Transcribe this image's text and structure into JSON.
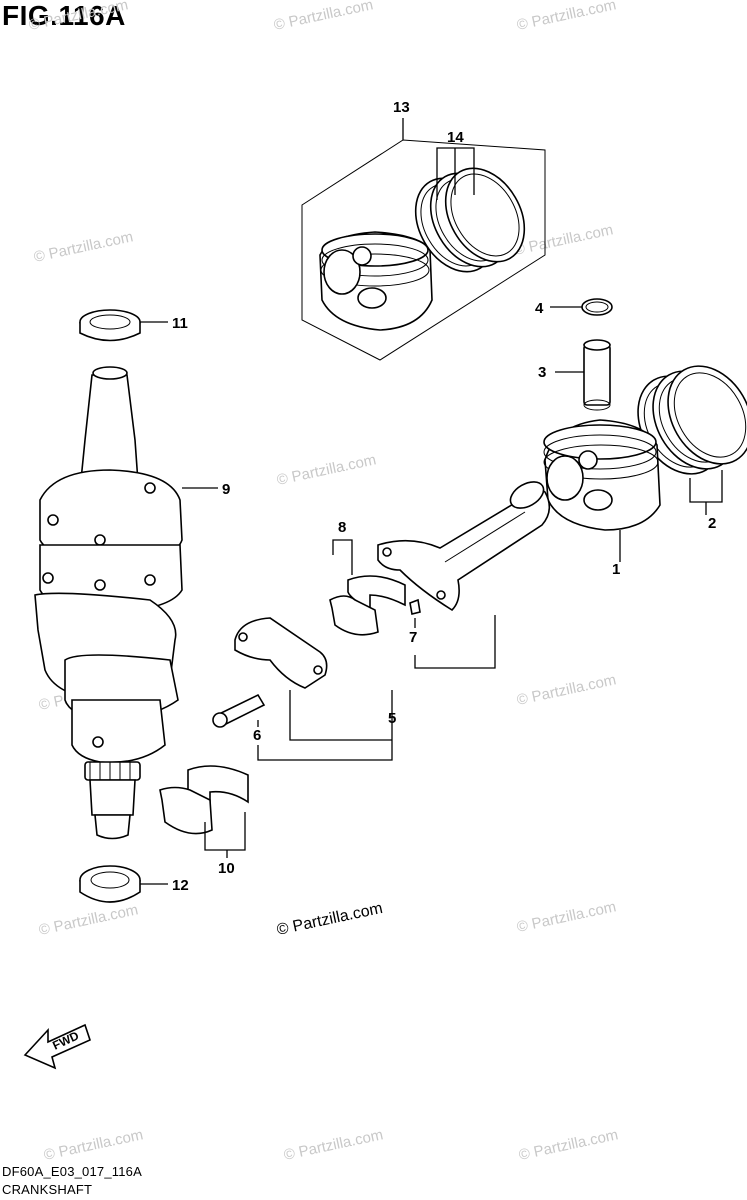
{
  "figure": {
    "title": "FIG.116A",
    "drawing_code": "DF60A_E03_017_116A",
    "section_name": "CRANKSHAFT",
    "copyright": "© Partzilla.com",
    "watermark": "© Partzilla.com",
    "direction_label": "FWD"
  },
  "callouts": [
    "1",
    "2",
    "3",
    "4",
    "5",
    "6",
    "7",
    "8",
    "9",
    "10",
    "11",
    "12",
    "13",
    "14"
  ],
  "parts": [
    {
      "ref": "1",
      "name": "piston"
    },
    {
      "ref": "2",
      "name": "piston-ring-set"
    },
    {
      "ref": "3",
      "name": "piston-pin"
    },
    {
      "ref": "4",
      "name": "piston-pin-circlip"
    },
    {
      "ref": "5",
      "name": "connecting-rod-assembly"
    },
    {
      "ref": "6",
      "name": "connecting-rod-bolt"
    },
    {
      "ref": "7",
      "name": "pin"
    },
    {
      "ref": "8",
      "name": "connecting-rod-bearing"
    },
    {
      "ref": "9",
      "name": "crankshaft"
    },
    {
      "ref": "10",
      "name": "crankshaft-main-bearing"
    },
    {
      "ref": "11",
      "name": "upper-oil-seal"
    },
    {
      "ref": "12",
      "name": "lower-oil-seal"
    },
    {
      "ref": "13",
      "name": "piston-set"
    },
    {
      "ref": "14",
      "name": "piston-ring-set-in-kit"
    }
  ]
}
